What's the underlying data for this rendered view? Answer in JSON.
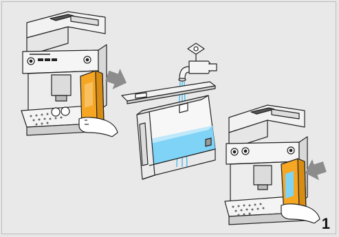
{
  "figure": {
    "step_number": "1"
  },
  "colors": {
    "background": "#e9e9e9",
    "line": "#222222",
    "machine_light": "#f4f4f4",
    "machine_mid": "#d6d6d6",
    "machine_dark": "#9a9a9a",
    "water_tank": "#f5a623",
    "water_tank_dark": "#c97d0c",
    "water": "#7fd3f7",
    "water_light": "#bfe9fb",
    "arrow": "#8c8c8c"
  },
  "icons": {
    "remove_arrow": "arrow-right-down",
    "insert_arrow": "arrow-left-down",
    "faucet": "faucet",
    "hand": "hand"
  }
}
